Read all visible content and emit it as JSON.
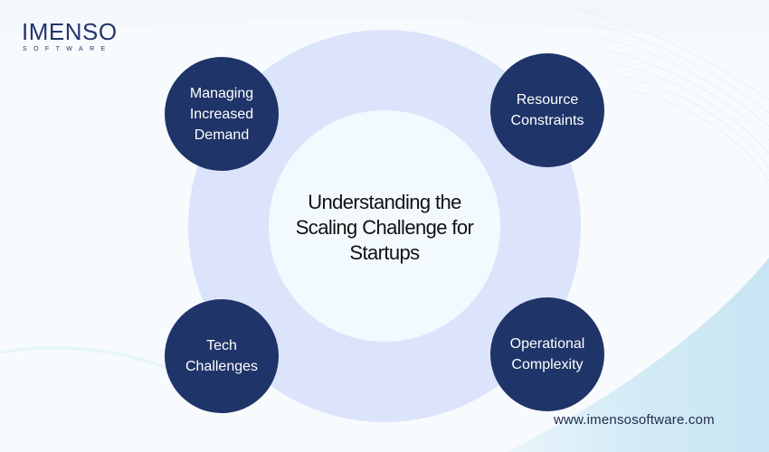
{
  "brand": {
    "logo_main": "IMENSO",
    "logo_sub": "SOFTWARE",
    "website": "www.imensosoftware.com"
  },
  "diagram": {
    "center_title_lines": [
      "Understanding the",
      "Scaling Challenge for",
      "Startups"
    ],
    "nodes": [
      {
        "id": "managing",
        "lines": [
          "Managing",
          "Increased",
          "Demand"
        ]
      },
      {
        "id": "resource",
        "lines": [
          "Resource",
          "Constraints"
        ]
      },
      {
        "id": "tech",
        "lines": [
          "Tech",
          "Challenges"
        ]
      },
      {
        "id": "operational",
        "lines": [
          "Operational",
          "Complexity"
        ]
      }
    ]
  },
  "colors": {
    "node_fill": "#1f3468",
    "ring_fill": "#dce4fb",
    "center_fill": "#f3faff",
    "background": "#f7fbfe",
    "wave_accent": "#cce8f5",
    "brand_text": "#26356b"
  }
}
